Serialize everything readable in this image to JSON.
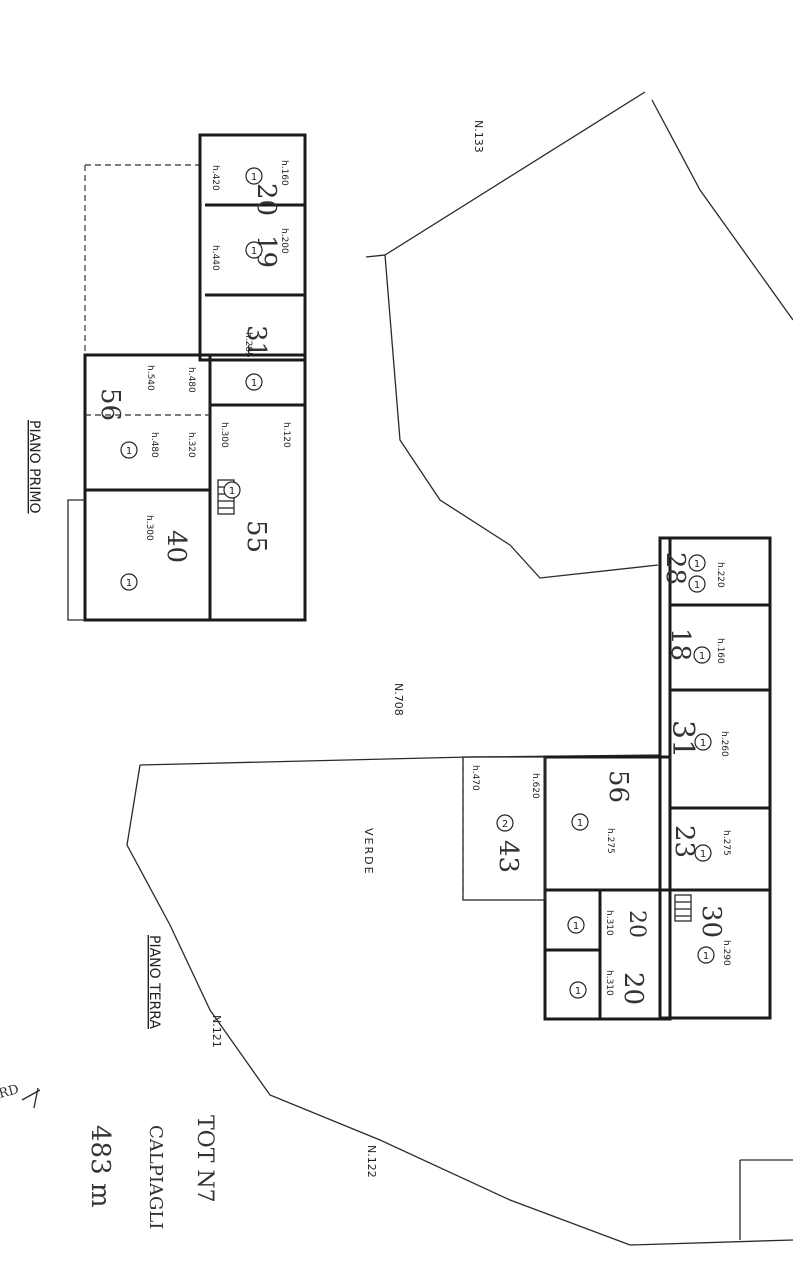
{
  "labels": {
    "piano_primo": "PIANO PRIMO",
    "piano_terra": "PIANO TERRA",
    "verde": "VERDE",
    "n133": "N.133",
    "n708": "N.708",
    "n121": "N.121",
    "n122": "N.122",
    "tot": "TOT N7",
    "calpiagli": "CALPIAGLI",
    "total_area": "483 m",
    "margin_note": "RD"
  },
  "first_floor_rooms": [
    {
      "area": "20",
      "height": "h.160",
      "width": "h.420",
      "num": "1"
    },
    {
      "area": "19",
      "height": "h.200",
      "width": "h.440",
      "num": "1"
    },
    {
      "area": "31",
      "height": "h.285",
      "num": "1"
    },
    {
      "area": "56",
      "height": "h.480",
      "width": "h.540",
      "num": "1",
      "extra": "h.320",
      "extra2": "h.480"
    },
    {
      "area": "55",
      "height": "h.120",
      "extra": "h.300",
      "num": "1"
    },
    {
      "area": "40",
      "height": "h.300",
      "num": "1"
    }
  ],
  "ground_floor_rooms": [
    {
      "area": "28",
      "height": "h.220",
      "num": "1"
    },
    {
      "area": "18",
      "height": "h.160",
      "num": "1"
    },
    {
      "area": "31",
      "height": "h.260",
      "num": "1"
    },
    {
      "area": "23",
      "height": "h.275",
      "num": "1"
    },
    {
      "area": "30",
      "height": "h.290",
      "num": "1"
    },
    {
      "area": "56",
      "height": "h.275",
      "num": "1"
    },
    {
      "area": "43",
      "height": "h.620",
      "extra": "h.470",
      "num": "2"
    },
    {
      "area": "20",
      "height": "h.310",
      "num": "1"
    },
    {
      "area": "20",
      "height": "h.310",
      "num": "1"
    }
  ]
}
